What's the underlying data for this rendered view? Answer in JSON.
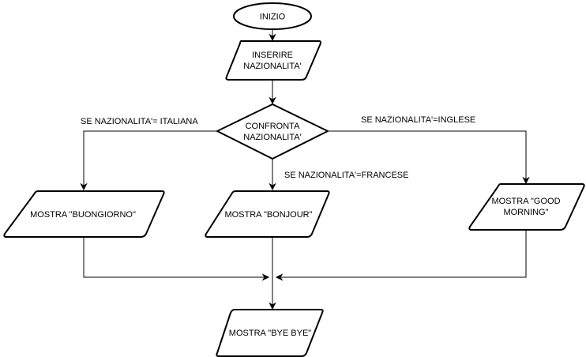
{
  "nodes": {
    "start": "INIZIO",
    "input": [
      "INSERIRE",
      "NAZIONALITA'"
    ],
    "decision": [
      "CONFRONTA",
      "NAZIONALITA'"
    ],
    "out_italian": "MOSTRA \"BUONGIORNO\"",
    "out_french": "MOSTRA \"BONJOUR\"",
    "out_english": [
      "MOSTRA \"GOOD",
      "MORNING\""
    ],
    "out_end": "MOSTRA \"BYE BYE\""
  },
  "edges": {
    "italian_label": "SE NAZIONALITA'= ITALIANA",
    "french_label": "SE NAZIONALITA'=FRANCESE",
    "english_label": "SE NAZIONALITA'=INGLESE"
  }
}
